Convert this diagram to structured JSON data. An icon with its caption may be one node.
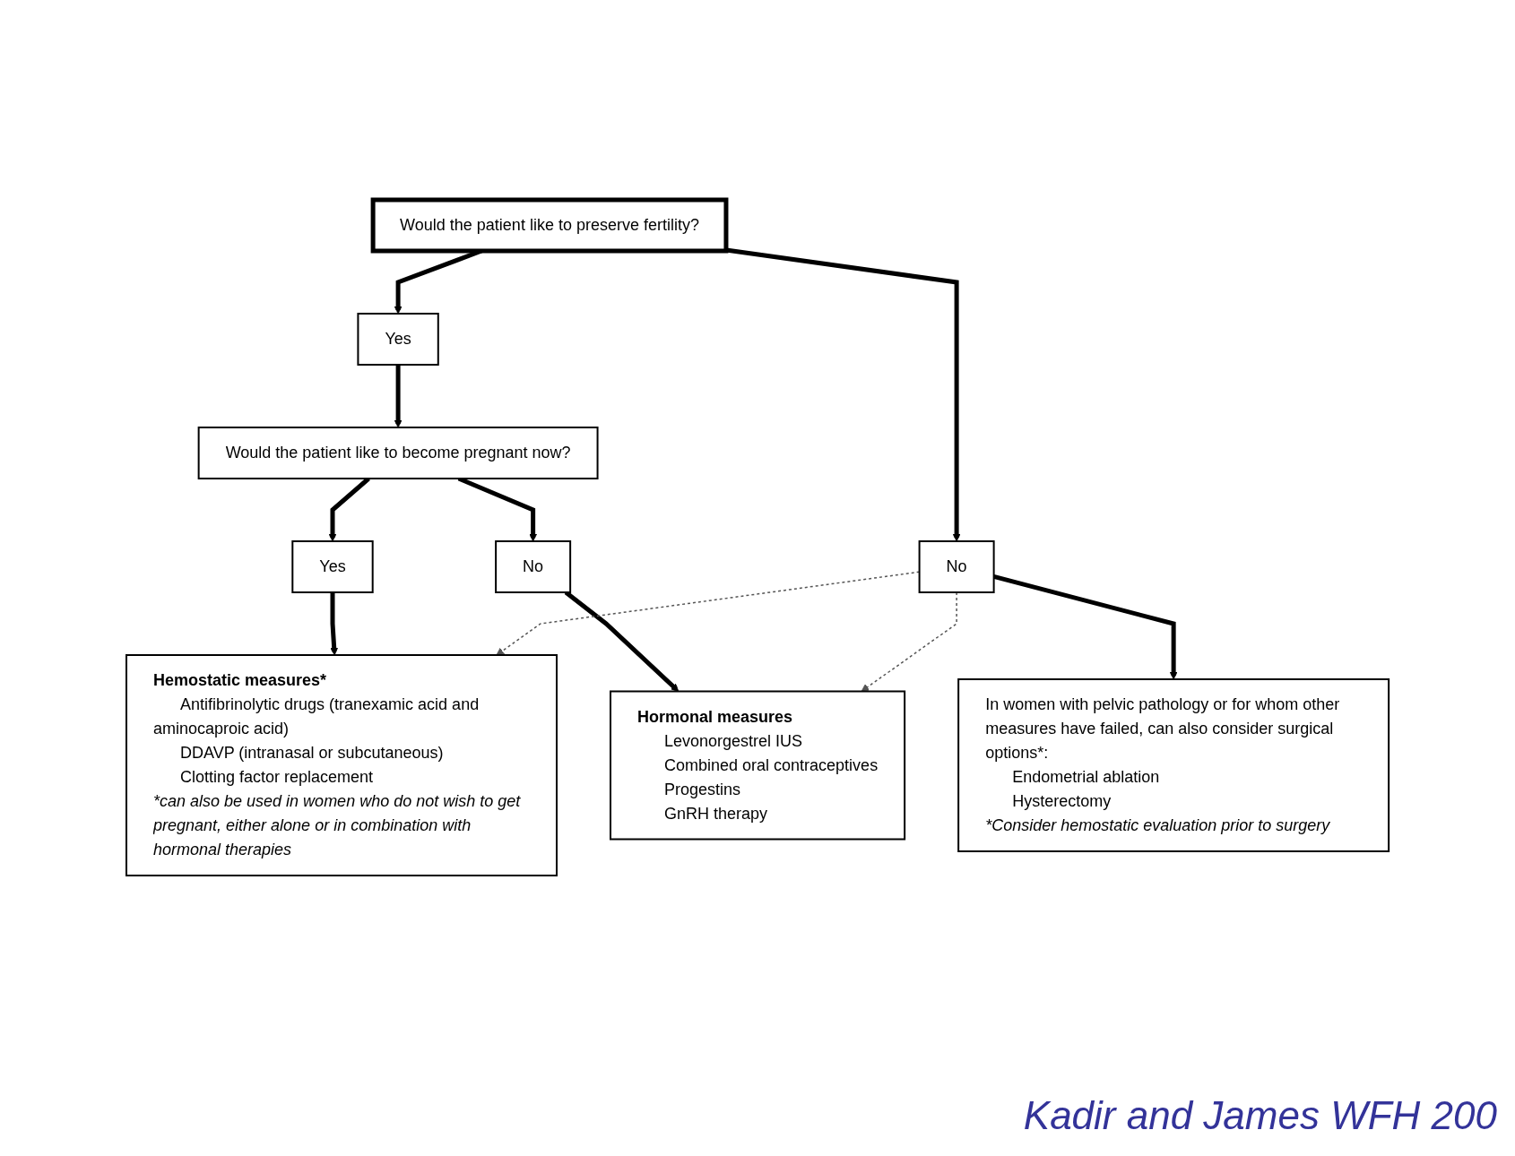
{
  "diagram": {
    "nodes": [
      {
        "text": [
          "Would the patient like to preserve fertility?"
        ]
      },
      {
        "text": [
          "Yes"
        ]
      },
      {
        "text": [
          "No"
        ]
      },
      {
        "text": [
          "Would the patient like to become pregnant now?"
        ]
      },
      {
        "text": [
          "Yes"
        ]
      },
      {
        "text": [
          "No"
        ]
      },
      {
        "text": [
          "In women with pelvic pathology or for whom other measures have failed, can also consider surgical options*:",
          "Endometrial ablation",
          "Hysterectomy",
          "*Consider hemostatic evaluation prior to surgery"
        ]
      },
      {
        "text": [
          "Hemostatic measures*",
          "Antifibrinolytic drugs (tranexamic acid and aminocaproic acid)",
          "DDAVP (intranasal or subcutaneous)",
          "Clotting factor replacement",
          "*can also be used in women who do not wish to get pregnant, either alone or in combination with hormonal therapies"
        ]
      },
      {
        "text": [
          "Hormonal measures",
          "Levonorgestrel IUS",
          "Combined oral contraceptives",
          "Progestins",
          "GnRH therapy"
        ]
      }
    ],
    "edges": [
      {
        "from": 0,
        "to": 1,
        "arrow": "to"
      },
      {
        "from": 0,
        "to": 2,
        "arrow": "to"
      },
      {
        "from": 1,
        "to": 3,
        "arrow": "to"
      },
      {
        "from": 2,
        "to": 6,
        "arrow": "to"
      },
      {
        "from": 3,
        "to": 4,
        "arrow": "to"
      },
      {
        "from": 3,
        "to": 5,
        "arrow": "to"
      },
      {
        "from": 4,
        "to": 7,
        "arrow": "to"
      },
      {
        "from": 5,
        "to": 8,
        "arrow": "to"
      },
      {
        "from": 2,
        "to": 7,
        "arrow": "to",
        "style": "dashed"
      },
      {
        "from": 2,
        "to": 8,
        "arrow": "to",
        "style": "dashed"
      }
    ],
    "labels": [
      "Kadir and James WFH 200"
    ]
  }
}
